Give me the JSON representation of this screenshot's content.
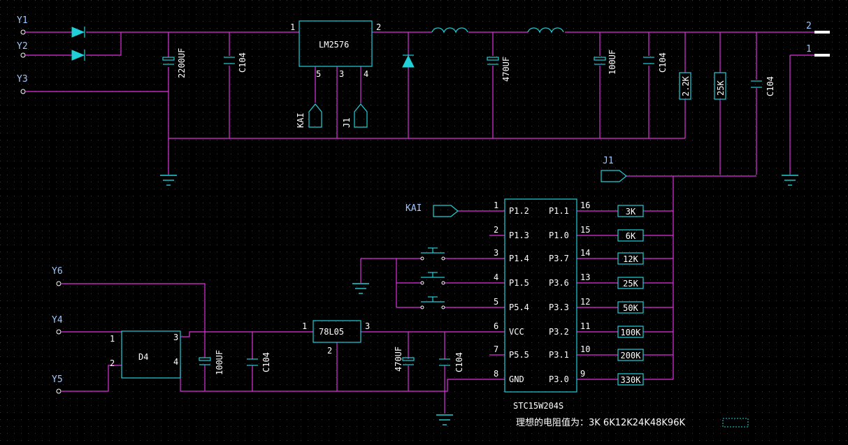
{
  "diagram": {
    "inputs": [
      "Y1",
      "Y2",
      "Y3",
      "Y4",
      "Y5",
      "Y6"
    ],
    "outputs": [
      "2",
      "1"
    ],
    "regulator": {
      "name": "LM2576",
      "pins": [
        "1",
        "2",
        "5",
        "3",
        "4"
      ]
    },
    "caps_top": [
      "2200UF",
      "C104",
      "470UF",
      "100UF",
      "C104",
      "C104"
    ],
    "resistors_top": [
      "2.2K",
      "25K"
    ],
    "ports": {
      "kai": "KAI",
      "j1": "J1"
    },
    "d4": "D4",
    "ldo": {
      "name": "78L05",
      "pins": [
        "1",
        "2",
        "3"
      ]
    },
    "caps_bottom": [
      "100UF",
      "C104",
      "470UF",
      "C104"
    ],
    "mcu": {
      "name": "STC15W204S",
      "left": [
        {
          "pin": "1",
          "name": "P1.2"
        },
        {
          "pin": "2",
          "name": "P1.3"
        },
        {
          "pin": "3",
          "name": "P1.4"
        },
        {
          "pin": "4",
          "name": "P1.5"
        },
        {
          "pin": "5",
          "name": "P5.4"
        },
        {
          "pin": "6",
          "name": "VCC"
        },
        {
          "pin": "7",
          "name": "P5.5"
        },
        {
          "pin": "8",
          "name": "GND"
        }
      ],
      "right": [
        {
          "pin": "16",
          "name": "P1.1",
          "res": "3K"
        },
        {
          "pin": "15",
          "name": "P1.0",
          "res": "6K"
        },
        {
          "pin": "14",
          "name": "P3.7",
          "res": "12K"
        },
        {
          "pin": "13",
          "name": "P3.6",
          "res": "25K"
        },
        {
          "pin": "12",
          "name": "P3.3",
          "res": "50K"
        },
        {
          "pin": "11",
          "name": "P3.2",
          "res": "100K"
        },
        {
          "pin": "10",
          "name": "P3.1",
          "res": "200K"
        },
        {
          "pin": "9",
          "name": "P3.0",
          "res": "330K"
        }
      ]
    },
    "note": "理想的电阻值为：3K 6K12K24K48K96K"
  }
}
